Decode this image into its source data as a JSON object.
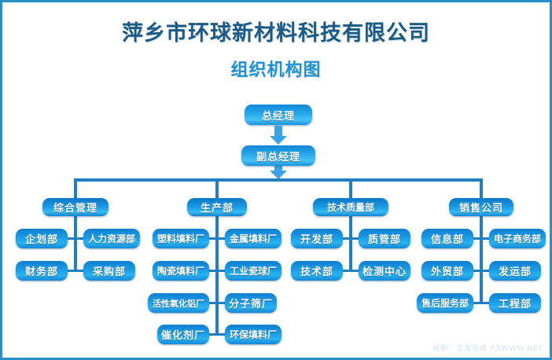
{
  "page": {
    "main_title": "萍乡市环球新材料科技有限公司",
    "sub_title": "组织机构图",
    "watermark": "绘制：交源在线 PXWWW.NET",
    "border_color": "#2a8fc4",
    "node_color": "#1a9ae4",
    "connector_color": "#1f7fc0",
    "title_color": "#1b5a86",
    "subtitle_color": "#2390d2"
  },
  "top": {
    "general_manager": "总经理",
    "deputy_general_manager": "副总经理"
  },
  "departments": [
    {
      "name": "综合管理",
      "children_rows": [
        [
          "企划部",
          "人力资源部"
        ],
        [
          "财务部",
          "采购部"
        ]
      ]
    },
    {
      "name": "生产部",
      "children_rows": [
        [
          "塑料填料厂",
          "金属填料厂"
        ],
        [
          "陶瓷填料厂",
          "工业瓷球厂"
        ],
        [
          "活性氧化铝厂",
          "分子筛厂"
        ],
        [
          "催化剂厂",
          "环保填料厂"
        ]
      ]
    },
    {
      "name": "技术质量部",
      "children_rows": [
        [
          "开发部",
          "质管部"
        ],
        [
          "技术部",
          "检测中心"
        ]
      ]
    },
    {
      "name": "销售公司",
      "children_rows": [
        [
          "信息部",
          "电子商务部"
        ],
        [
          "外贸部",
          "发运部"
        ],
        [
          "售后服务部",
          "工程部"
        ]
      ]
    }
  ]
}
